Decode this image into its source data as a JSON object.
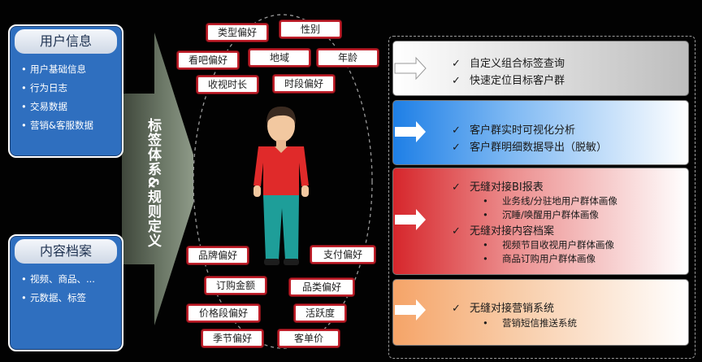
{
  "sources": [
    {
      "title": "用户信息",
      "items": [
        "用户基础信息",
        "行为日志",
        "交易数据",
        "营销&客服数据"
      ]
    },
    {
      "title": "内容档案",
      "items": [
        "视频、商品、...",
        "元数据、标签"
      ]
    }
  ],
  "arrow_label": "标签体系&规则定义",
  "tags": [
    {
      "text": "类型偏好"
    },
    {
      "text": "性别"
    },
    {
      "text": "看吧偏好"
    },
    {
      "text": "地域"
    },
    {
      "text": "年龄"
    },
    {
      "text": "收视时长"
    },
    {
      "text": "时段偏好"
    },
    {
      "text": "品牌偏好"
    },
    {
      "text": "支付偏好"
    },
    {
      "text": "订购金额"
    },
    {
      "text": "品类偏好"
    },
    {
      "text": "价格段偏好"
    },
    {
      "text": "活跃度"
    },
    {
      "text": "季节偏好"
    },
    {
      "text": "客单价"
    }
  ],
  "panels": [
    {
      "checks": [
        {
          "text": "自定义组合标签查询",
          "bullets": []
        },
        {
          "text": "快速定位目标客户群",
          "bullets": []
        }
      ]
    },
    {
      "checks": [
        {
          "text": "客户群实时可视化分析",
          "bullets": []
        },
        {
          "text": "客户群明细数据导出（脱敏）",
          "bullets": []
        }
      ]
    },
    {
      "checks": [
        {
          "text": "无缝对接BI报表",
          "bullets": [
            "业务线/分驻地用户群体画像",
            "沉睡/唤醒用户群体画像"
          ]
        },
        {
          "text": "无缝对接内容档案",
          "bullets": [
            "视频节目收视用户群体画像",
            "商品订购用户群体画像"
          ]
        }
      ]
    },
    {
      "checks": [
        {
          "text": "无缝对接营销系统",
          "bullets": [
            "营销短信推送系统"
          ]
        }
      ]
    }
  ],
  "colors": {
    "panel1": "#d8d8d8",
    "panel2": "#2a7fe0",
    "panel3": "#d23a3a",
    "panel4": "#f3b07a",
    "source_box": "#2f6fbf",
    "tag_border": "#c0202b"
  }
}
